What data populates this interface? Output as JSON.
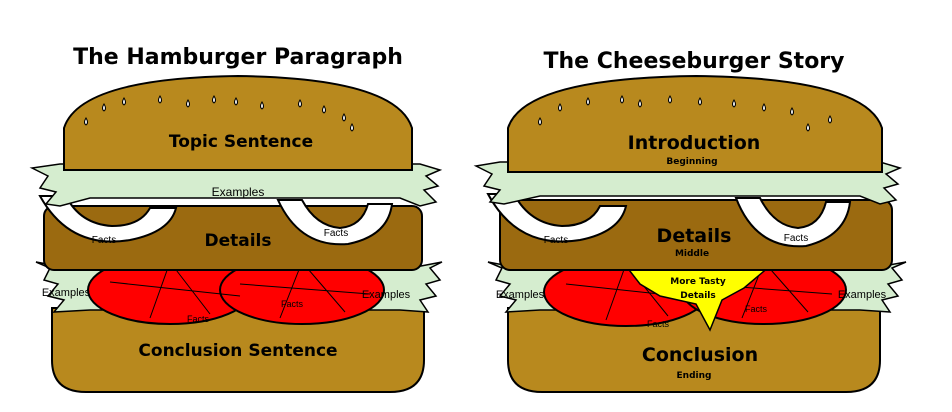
{
  "left": {
    "title": "The Hamburger Paragraph",
    "top_bun": "Topic Sentence",
    "lettuce_label": "Examples",
    "patty": "Details",
    "onion_left": "Facts",
    "onion_right": "Facts",
    "side_left": "Examples",
    "side_right": "Examples",
    "tomato_left": "Facts",
    "tomato_right": "Facts",
    "bottom_bun": "Conclusion Sentence"
  },
  "right": {
    "title": "The Cheeseburger Story",
    "top_bun": "Introduction",
    "top_bun_sub": "Beginning",
    "patty": "Details",
    "patty_sub": "Middle",
    "onion_left": "Facts",
    "onion_right": "Facts",
    "cheese_line1": "More Tasty",
    "cheese_line2": "Details",
    "side_left": "Examples",
    "side_right": "Examples",
    "tomato_left": "Facts",
    "tomato_right": "Facts",
    "bottom_bun": "Conclusion",
    "bottom_bun_sub": "Ending"
  },
  "colors": {
    "bun": "#B8891E",
    "patty": "#9B6A10",
    "lettuce": "#D5EDCF",
    "tomato": "#FF0000",
    "cheese": "#FFFF00"
  }
}
